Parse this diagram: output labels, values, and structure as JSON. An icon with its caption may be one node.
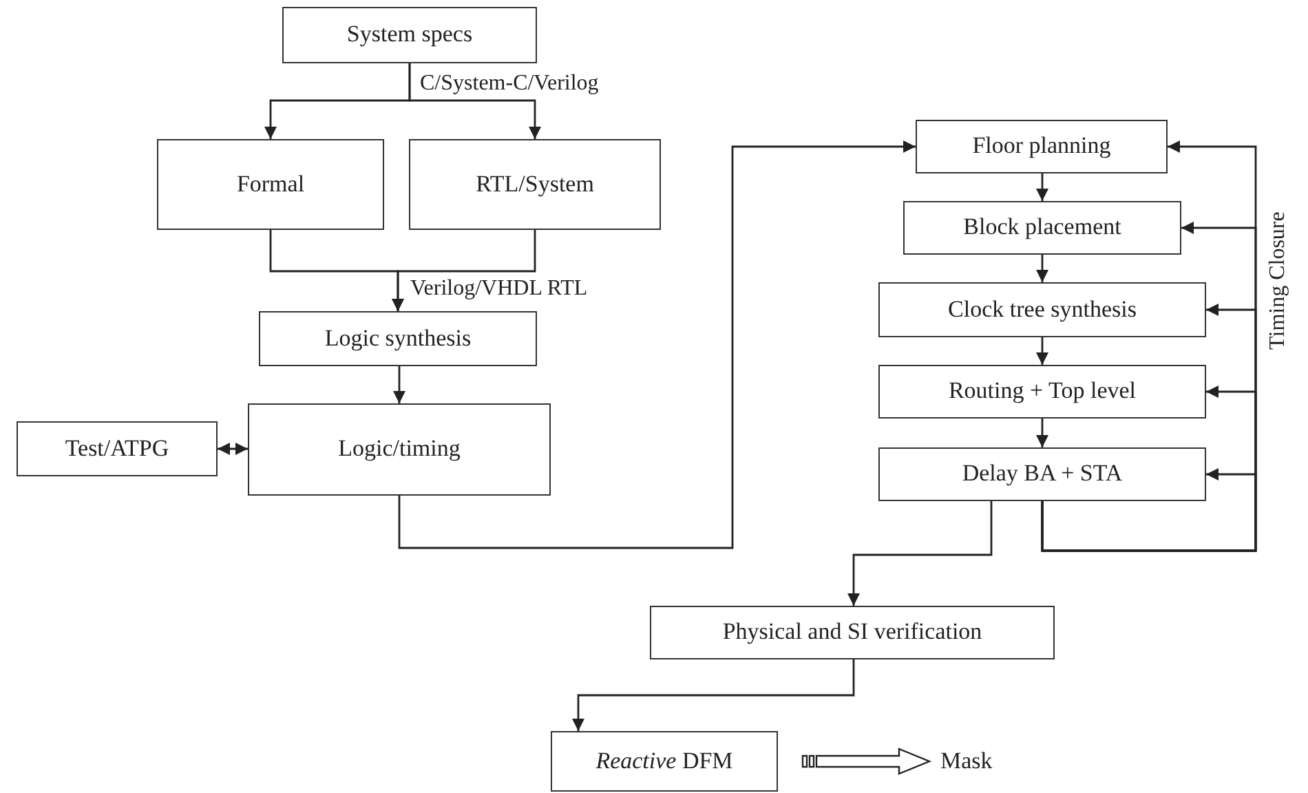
{
  "diagram": {
    "nodes": [
      {
        "text": [
          "System specs"
        ]
      },
      {
        "text": [
          "Formal"
        ]
      },
      {
        "text": [
          "RTL/System"
        ]
      },
      {
        "text": [
          "Logic synthesis"
        ]
      },
      {
        "text": [
          "Logic/timing"
        ]
      },
      {
        "text": [
          "Test/ATPG"
        ]
      },
      {
        "text": [
          "Floor planning"
        ]
      },
      {
        "text": [
          "Block placement"
        ]
      },
      {
        "text": [
          "Clock tree synthesis"
        ]
      },
      {
        "text": [
          "Routing + Top level"
        ]
      },
      {
        "text": [
          "Delay BA + STA"
        ]
      },
      {
        "text": [
          "Physical and SI verification"
        ]
      },
      {
        "text": [
          "*Reactive* DFM"
        ]
      },
      {
        "text": [
          "Mask"
        ]
      }
    ],
    "edges": [
      {
        "from": 0,
        "to": 1,
        "arrow": "to"
      },
      {
        "from": 0,
        "to": 2,
        "arrow": "to"
      },
      {
        "from": 1,
        "to": 3,
        "arrow": "to"
      },
      {
        "from": 2,
        "to": 3,
        "arrow": "to"
      },
      {
        "from": 3,
        "to": 4,
        "arrow": "to"
      },
      {
        "from": 4,
        "to": 5,
        "arrow": "both"
      },
      {
        "from": 4,
        "to": 6,
        "arrow": "to"
      },
      {
        "from": 6,
        "to": 7,
        "arrow": "to"
      },
      {
        "from": 7,
        "to": 8,
        "arrow": "to"
      },
      {
        "from": 8,
        "to": 9,
        "arrow": "to"
      },
      {
        "from": 9,
        "to": 10,
        "arrow": "to"
      },
      {
        "from": 10,
        "to": 6,
        "arrow": "to"
      },
      {
        "from": 10,
        "to": 7,
        "arrow": "to"
      },
      {
        "from": 10,
        "to": 8,
        "arrow": "to"
      },
      {
        "from": 10,
        "to": 9,
        "arrow": "to"
      },
      {
        "from": 10,
        "to": 10,
        "arrow": "to"
      },
      {
        "from": 10,
        "to": 11,
        "arrow": "to"
      },
      {
        "from": 11,
        "to": 12,
        "arrow": "to"
      },
      {
        "from": 12,
        "to": 13,
        "arrow": "to",
        "style": "thick"
      }
    ],
    "labels": [
      "C/System-C/Verilog",
      "Verilog/VHDL RTL",
      "Timing Closure"
    ]
  }
}
